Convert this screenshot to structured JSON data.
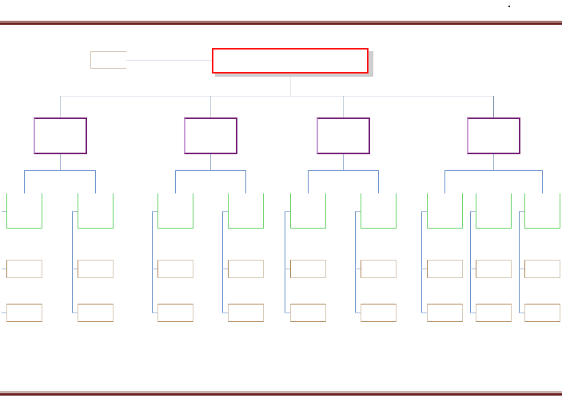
{
  "colors": {
    "rule": "#6b2421",
    "root_border": "#ff1a1a",
    "root_shadow": "#cfcfcf",
    "side_box": "#d9c7b5",
    "level2_border": "#7b2a7b",
    "connector_light": "#e6e9f0",
    "connector_blue": "#6f96cc",
    "leaf_green": "#6fd36f",
    "leaf_tan_light": "#d8c9b8",
    "leaf_brown": "#b08a5f"
  },
  "groups": [
    {
      "columns": 2
    },
    {
      "columns": 2
    },
    {
      "columns": 2
    },
    {
      "columns": 3
    }
  ]
}
